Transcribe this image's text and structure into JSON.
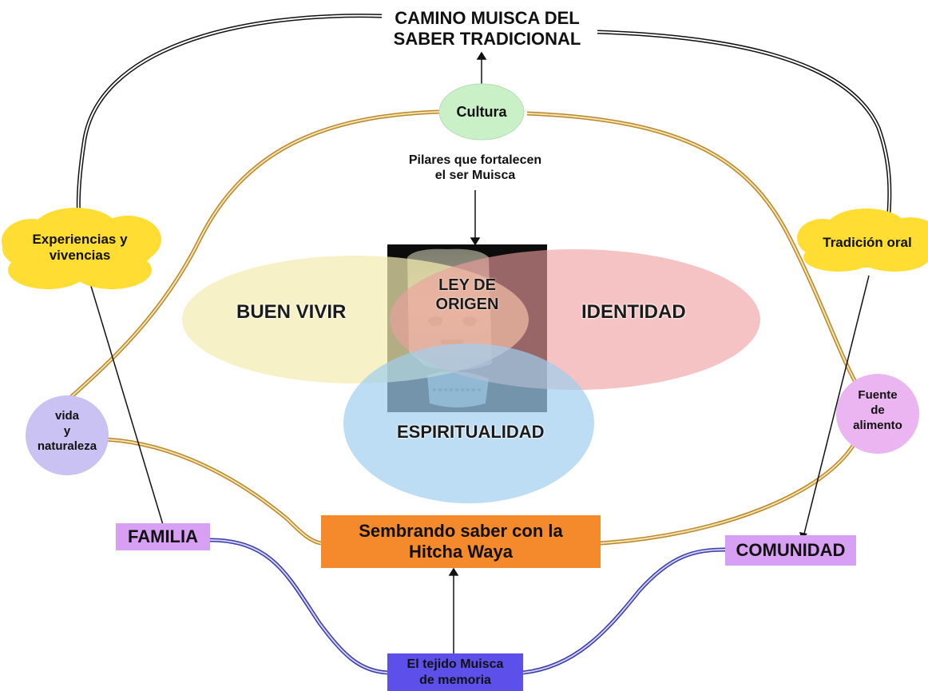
{
  "title": {
    "line1": "CAMINO MUISCA DEL",
    "line2": "SABER TRADICIONAL"
  },
  "pillars_note": {
    "line1": "Pilares que fortalecen",
    "line2": "el ser Muisca"
  },
  "nodes": {
    "cultura": "Cultura",
    "experiencias_line1": "Experiencias y",
    "experiencias_line2": "vivencias",
    "tradicion_oral": "Tradición oral",
    "vida_line1": "vida",
    "vida_line2": "y",
    "vida_line3": "naturaleza",
    "fuente_line1": "Fuente",
    "fuente_line2": "de",
    "fuente_line3": "alimento",
    "familia": "FAMILIA",
    "comunidad": "COMUNIDAD",
    "sembrando_line1": "Sembrando saber con la",
    "sembrando_line2": "Hitcha Waya",
    "tejido_line1": "El tejido Muisca",
    "tejido_line2": "de memoria"
  },
  "venn": {
    "buen_vivir": "BUEN VIVIR",
    "identidad": "IDENTIDAD",
    "espiritualidad": "ESPIRITUALIDAD",
    "ley_line1": "LEY DE",
    "ley_line2": "ORIGEN"
  },
  "colors": {
    "buen_vivir": "#f3ecb0",
    "identidad": "#ef9e9e",
    "espiritualidad": "#9fcfee",
    "cultura": "#c9f0c6",
    "cloud": "#ffdd33",
    "vida": "#c9c2f2",
    "fuente": "#eab5f0",
    "familia": "#d8a0f4",
    "sembrando": "#f58a2c",
    "tejido": "#5d50ea",
    "gold_line": "#c9962f",
    "blue_line": "#3a3aa8"
  }
}
